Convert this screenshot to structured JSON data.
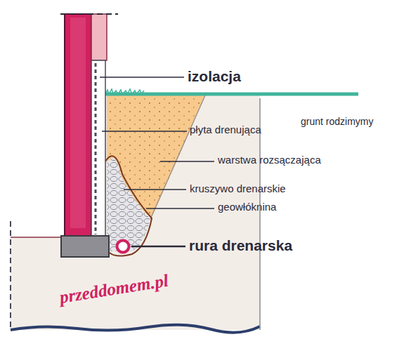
{
  "diagram": {
    "labels": [
      "izolacja",
      "grunt rodzimymy",
      "płyta drenująca",
      "warstwa rozsączająca",
      "kruszywo drenarskie",
      "geowłóknina",
      "rura drenarska",
      "przeddomem.pl"
    ]
  }
}
